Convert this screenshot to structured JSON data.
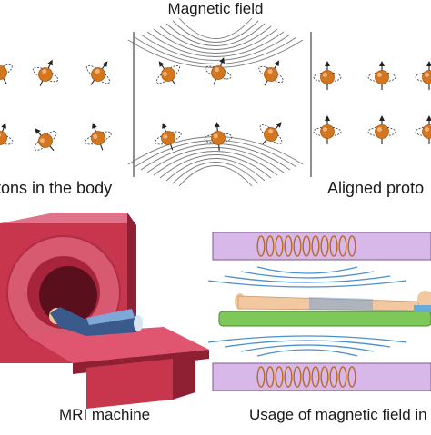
{
  "top_title": "Magnetic field",
  "label_protons_body": "tons in the body",
  "label_aligned": "Aligned proto",
  "label_mri_machine": "MRI machine",
  "label_usage": "Usage of magnetic field in M",
  "colors": {
    "proton": "#d2761f",
    "proton_dark": "#a85812",
    "field_line": "#7a7a7a",
    "divider": "#555555",
    "mri_body": "#c8364e",
    "mri_dark": "#8f1f33",
    "mri_bore": "#d85a70",
    "magnet_plate": "#d8b8e8",
    "coil": "#b86a2a",
    "bed": "#7ec85a",
    "wave": "#4a8fcf",
    "skin": "#f2c8a0"
  },
  "icons": [
    "proton-icon",
    "spin-arrow-icon",
    "mri-machine-icon",
    "patient-icon",
    "coil-icon"
  ]
}
